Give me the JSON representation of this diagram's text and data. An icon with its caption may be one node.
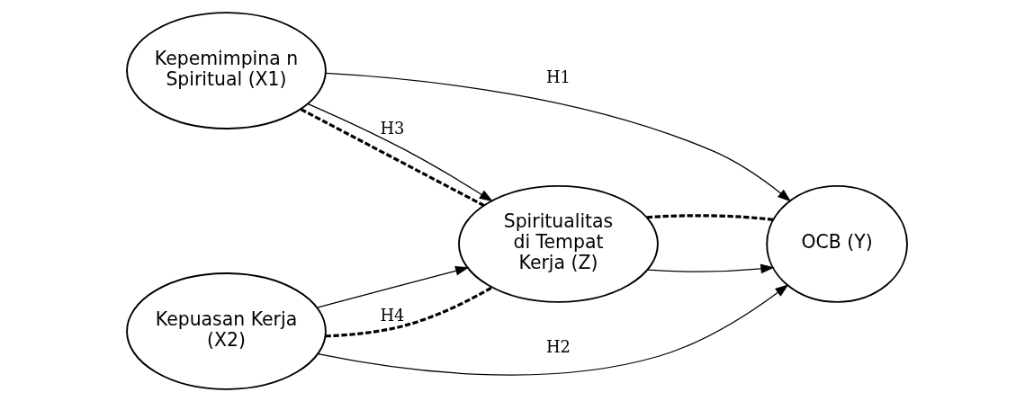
{
  "diagram": {
    "nodes": [
      {
        "text": [
          "Kepemimpina n Spiritual (X1)"
        ]
      },
      {
        "text": [
          "Kepuasan Kerja (X2)"
        ]
      },
      {
        "text": [
          "Spiritualitas di Tempat Kerja (Z)"
        ]
      },
      {
        "text": [
          "OCB (Y)"
        ]
      }
    ],
    "edges": [
      {
        "from": 0,
        "to": 3,
        "arrow": "to",
        "label": "H1"
      },
      {
        "from": 0,
        "to": 2,
        "arrow": "to",
        "label": "H3"
      },
      {
        "from": 0,
        "to": 2,
        "arrow": "none",
        "style": "dashed"
      },
      {
        "from": 1,
        "to": 2,
        "arrow": "to"
      },
      {
        "from": 1,
        "to": 2,
        "arrow": "none",
        "style": "dashed",
        "label": "H4"
      },
      {
        "from": 1,
        "to": 3,
        "arrow": "to",
        "label": "H2"
      },
      {
        "from": 2,
        "to": 3,
        "arrow": "to"
      },
      {
        "from": 2,
        "to": 3,
        "arrow": "none",
        "style": "dashed"
      }
    ]
  }
}
